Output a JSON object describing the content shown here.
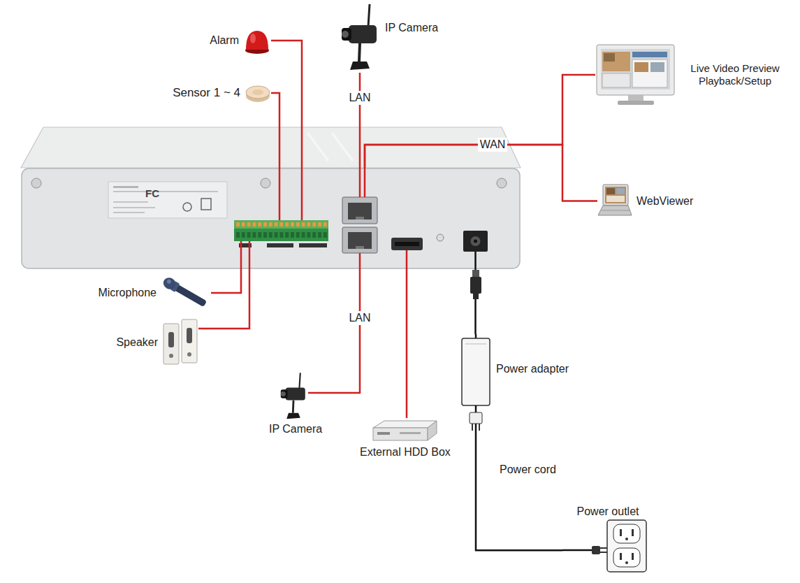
{
  "diagram": {
    "nodes": [
      {
        "text": [
          "Alarm"
        ]
      },
      {
        "text": [
          "IP Camera"
        ]
      },
      {
        "text": [
          "Sensor 1 ~ 4"
        ]
      },
      {
        "text": [
          "Live Video Preview Playback/Setup"
        ]
      },
      {
        "text": [
          "FC"
        ]
      },
      {
        "text": [
          "WebViewer"
        ]
      },
      {
        "text": [
          "Microphone"
        ]
      },
      {
        "text": [
          "Speaker"
        ]
      },
      {
        "text": [
          "Power adapter"
        ]
      },
      {
        "text": [
          "IP Camera"
        ]
      },
      {
        "text": [
          "External HDD Box"
        ]
      },
      {
        "text": [
          "Power outlet"
        ]
      }
    ],
    "edges": [
      {
        "from": 0,
        "to": 4,
        "arrow": "none"
      },
      {
        "from": 2,
        "to": 4,
        "arrow": "none"
      },
      {
        "from": 1,
        "to": 4,
        "arrow": "none",
        "label": "LAN"
      },
      {
        "from": 4,
        "to": 3,
        "arrow": "none",
        "label": "WAN"
      },
      {
        "from": 4,
        "to": 5,
        "arrow": "none"
      },
      {
        "from": 6,
        "to": 4,
        "arrow": "none"
      },
      {
        "from": 7,
        "to": 4,
        "arrow": "none"
      },
      {
        "from": 9,
        "to": 4,
        "arrow": "none",
        "label": "LAN"
      },
      {
        "from": 10,
        "to": 4,
        "arrow": "none"
      },
      {
        "from": 4,
        "to": 8,
        "arrow": "none"
      },
      {
        "from": 8,
        "to": 11,
        "arrow": "none",
        "label": "Power cord"
      }
    ]
  }
}
